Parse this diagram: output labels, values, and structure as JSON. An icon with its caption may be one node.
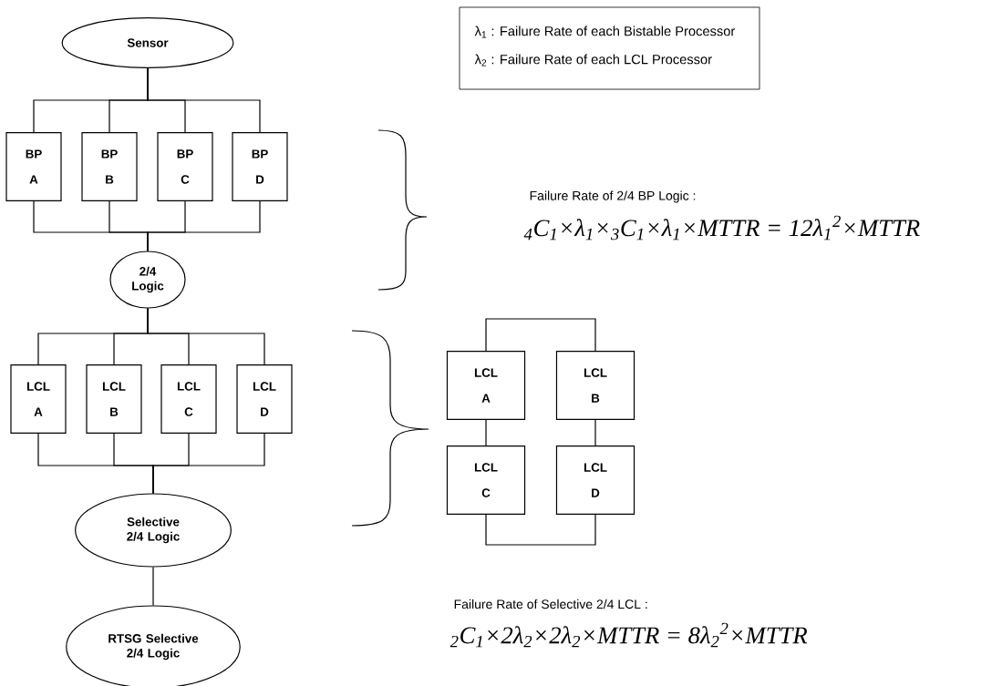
{
  "diagram": {
    "nodes": [
      {
        "text": [
          "Sensor"
        ]
      },
      {
        "text": [
          "BP",
          "A"
        ]
      },
      {
        "text": [
          "BP",
          "B"
        ]
      },
      {
        "text": [
          "BP",
          "C"
        ]
      },
      {
        "text": [
          "BP",
          "D"
        ]
      },
      {
        "text": [
          "2/4 Logic"
        ]
      },
      {
        "text": [
          "LCL",
          "A"
        ]
      },
      {
        "text": [
          "LCL",
          "B"
        ]
      },
      {
        "text": [
          "LCL",
          "C"
        ]
      },
      {
        "text": [
          "LCL",
          "D"
        ]
      },
      {
        "text": [
          "Selective 2/4 Logic"
        ]
      },
      {
        "text": [
          "RTSG Selective 2/4 Logic"
        ]
      },
      {
        "text": [
          "LCL",
          "A"
        ]
      },
      {
        "text": [
          "LCL",
          "B"
        ]
      },
      {
        "text": [
          "LCL",
          "C"
        ]
      },
      {
        "text": [
          "LCL",
          "D"
        ]
      }
    ],
    "edges": [
      {
        "from": 0,
        "to": 1,
        "arrow": "none"
      },
      {
        "from": 0,
        "to": 2,
        "arrow": "none"
      },
      {
        "from": 0,
        "to": 3,
        "arrow": "none"
      },
      {
        "from": 0,
        "to": 4,
        "arrow": "none"
      },
      {
        "from": 1,
        "to": 5,
        "arrow": "none"
      },
      {
        "from": 2,
        "to": 5,
        "arrow": "none"
      },
      {
        "from": 3,
        "to": 5,
        "arrow": "none"
      },
      {
        "from": 4,
        "to": 5,
        "arrow": "none"
      },
      {
        "from": 5,
        "to": 6,
        "arrow": "none"
      },
      {
        "from": 5,
        "to": 7,
        "arrow": "none"
      },
      {
        "from": 5,
        "to": 8,
        "arrow": "none"
      },
      {
        "from": 5,
        "to": 9,
        "arrow": "none"
      },
      {
        "from": 6,
        "to": 10,
        "arrow": "none"
      },
      {
        "from": 7,
        "to": 10,
        "arrow": "none"
      },
      {
        "from": 8,
        "to": 10,
        "arrow": "none"
      },
      {
        "from": 9,
        "to": 10,
        "arrow": "none"
      },
      {
        "from": 10,
        "to": 11,
        "arrow": "none"
      },
      {
        "from": 12,
        "to": 13,
        "arrow": "none"
      },
      {
        "from": 12,
        "to": 14,
        "arrow": "none"
      },
      {
        "from": 13,
        "to": 15,
        "arrow": "none"
      },
      {
        "from": 14,
        "to": 15,
        "arrow": "none"
      }
    ],
    "labels": [
      "λ$_{1}$ : Failure Rate of each Bistable Processor",
      "λ$_{2}$ : Failure Rate of each LCL Processor",
      "Failure Rate of 2/4 BP Logic :",
      "$_{4}$C$_{1}$×λ$_{1}$×$_{3}$C$_{1}$×λ$_{1}$×MTTR = 12λ$_{1}$$^{2}$×MTTR",
      "Failure Rate of Selective 2/4 LCL :",
      "$_{2}$C$_{1}$×2λ$_{2}$×2λ$_{2}$×MTTR = 8λ$_{2}$$^{2}$×MTTR"
    ]
  }
}
